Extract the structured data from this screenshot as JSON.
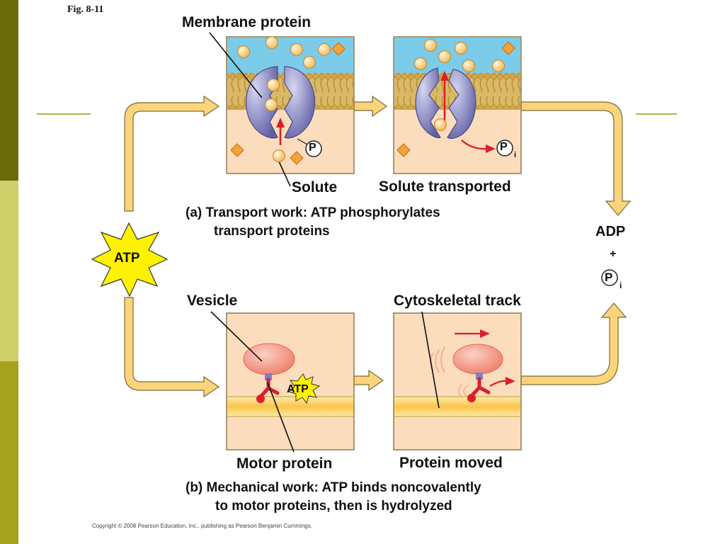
{
  "figure": {
    "number": "Fig. 8-11",
    "copyright": "Copyright © 2008 Pearson Education, Inc., publishing as Pearson Benjamin Cummings."
  },
  "colors": {
    "sidebar_dark": "#6b6b0a",
    "sidebar_light": "#cfcf6a",
    "sidebar_mid": "#a3a31e",
    "accent_line": "#b5b54a",
    "arrow_fill": "#fbd47c",
    "arrow_stroke": "#7a6a3a",
    "water": "#7ccbe8",
    "cytosol": "#fbdcbc",
    "atp_star": "#fff200",
    "protein": "#8c8ccf",
    "vesicle": "#f39a85",
    "motor": "#d9202a",
    "track": "#fbd364"
  },
  "transport": {
    "membrane_protein_label": "Membrane protein",
    "solute_label": "Solute",
    "solute_transported_label": "Solute transported",
    "phosphate_symbol": "P",
    "phosphate_subscript": "i",
    "caption_line1": "(a) Transport work: ATP phosphorylates",
    "caption_line2": "transport proteins"
  },
  "mechanical": {
    "vesicle_label": "Vesicle",
    "cytoskeletal_track_label": "Cytoskeletal track",
    "motor_protein_label": "Motor protein",
    "protein_moved_label": "Protein moved",
    "caption_line1": "(b) Mechanical work: ATP binds noncovalently",
    "caption_line2": "to motor proteins, then is hydrolyzed",
    "atp_badge": "ATP"
  },
  "atp_main": {
    "label": "ATP"
  },
  "products": {
    "adp": "ADP",
    "plus": "+",
    "pi_symbol": "P",
    "pi_subscript": "i"
  }
}
